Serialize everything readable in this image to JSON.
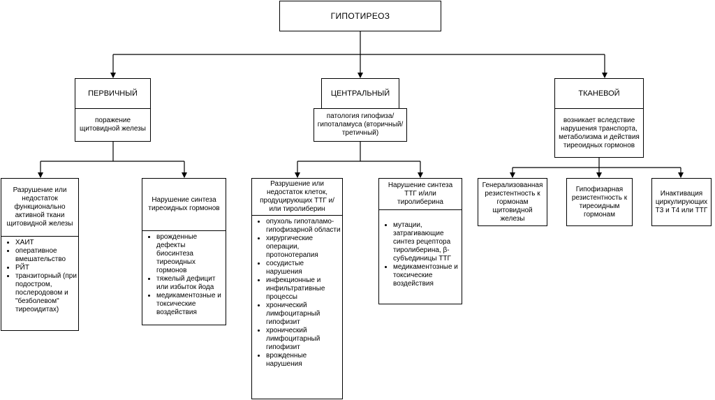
{
  "root": {
    "label": "ГИПОТИРЕОЗ"
  },
  "primary": {
    "title": "ПЕРВИЧНЫЙ",
    "desc": "поражение щитовидной железы",
    "cause1": {
      "title": "Разрушение или недостаток функционально активной ткани щитовидной железы",
      "items": [
        "ХАИТ",
        "оперативное вмешательство",
        "РЙТ",
        "транзиторный (при подостром, послеродовом и \"безболевом\" тиреоидитах)"
      ]
    },
    "cause2": {
      "title": "Нарушение синтеза тиреоидных гормонов",
      "items": [
        "врожденные дефекты биосинтеза тиреоидных гормонов",
        "тяжелый дефицит или избыток йода",
        "медикаментозные и токсические воздействия"
      ]
    }
  },
  "central": {
    "title": "ЦЕНТРАЛЬНЫЙ",
    "desc": "патология гипофиза/ гипоталамуса (вторичный/третичный)",
    "cause1": {
      "title": "Разрушение или недостаток клеток, продуцирующих ТТГ и/ или тиролиберин",
      "items": [
        "опухоль гипоталамо-гипофизарной области",
        " хирургические операции, протонотерапия",
        "сосудистые нарушения",
        "инфекционные и инфильтративные процессы",
        "хронический лимфоцитарный гипофизит",
        "хронический лимфоцитарный гипофизит",
        "врожденные нарушения"
      ]
    },
    "cause2": {
      "title": "Нарушение синтеза ТТГ и/или тиролиберина",
      "items": [
        "мутации, затрагивающие синтез рецептора тиролиберина, β-субъединицы ТТГ",
        "медикаментозные и токсические воздействия"
      ]
    }
  },
  "tissue": {
    "title": "ТКАНЕВОЙ",
    "desc": "возникает вследствие нарушения транспорта, метаболизма и действия тиреоидных гормонов",
    "sub1": "Генерализованная резистентность к гормонам щитовидной железы",
    "sub2": "Гипофизарная резистентность к тиреоидным гормонам",
    "sub3": "Инактивация циркулирующих Т3 и Т4 или ТТГ"
  }
}
